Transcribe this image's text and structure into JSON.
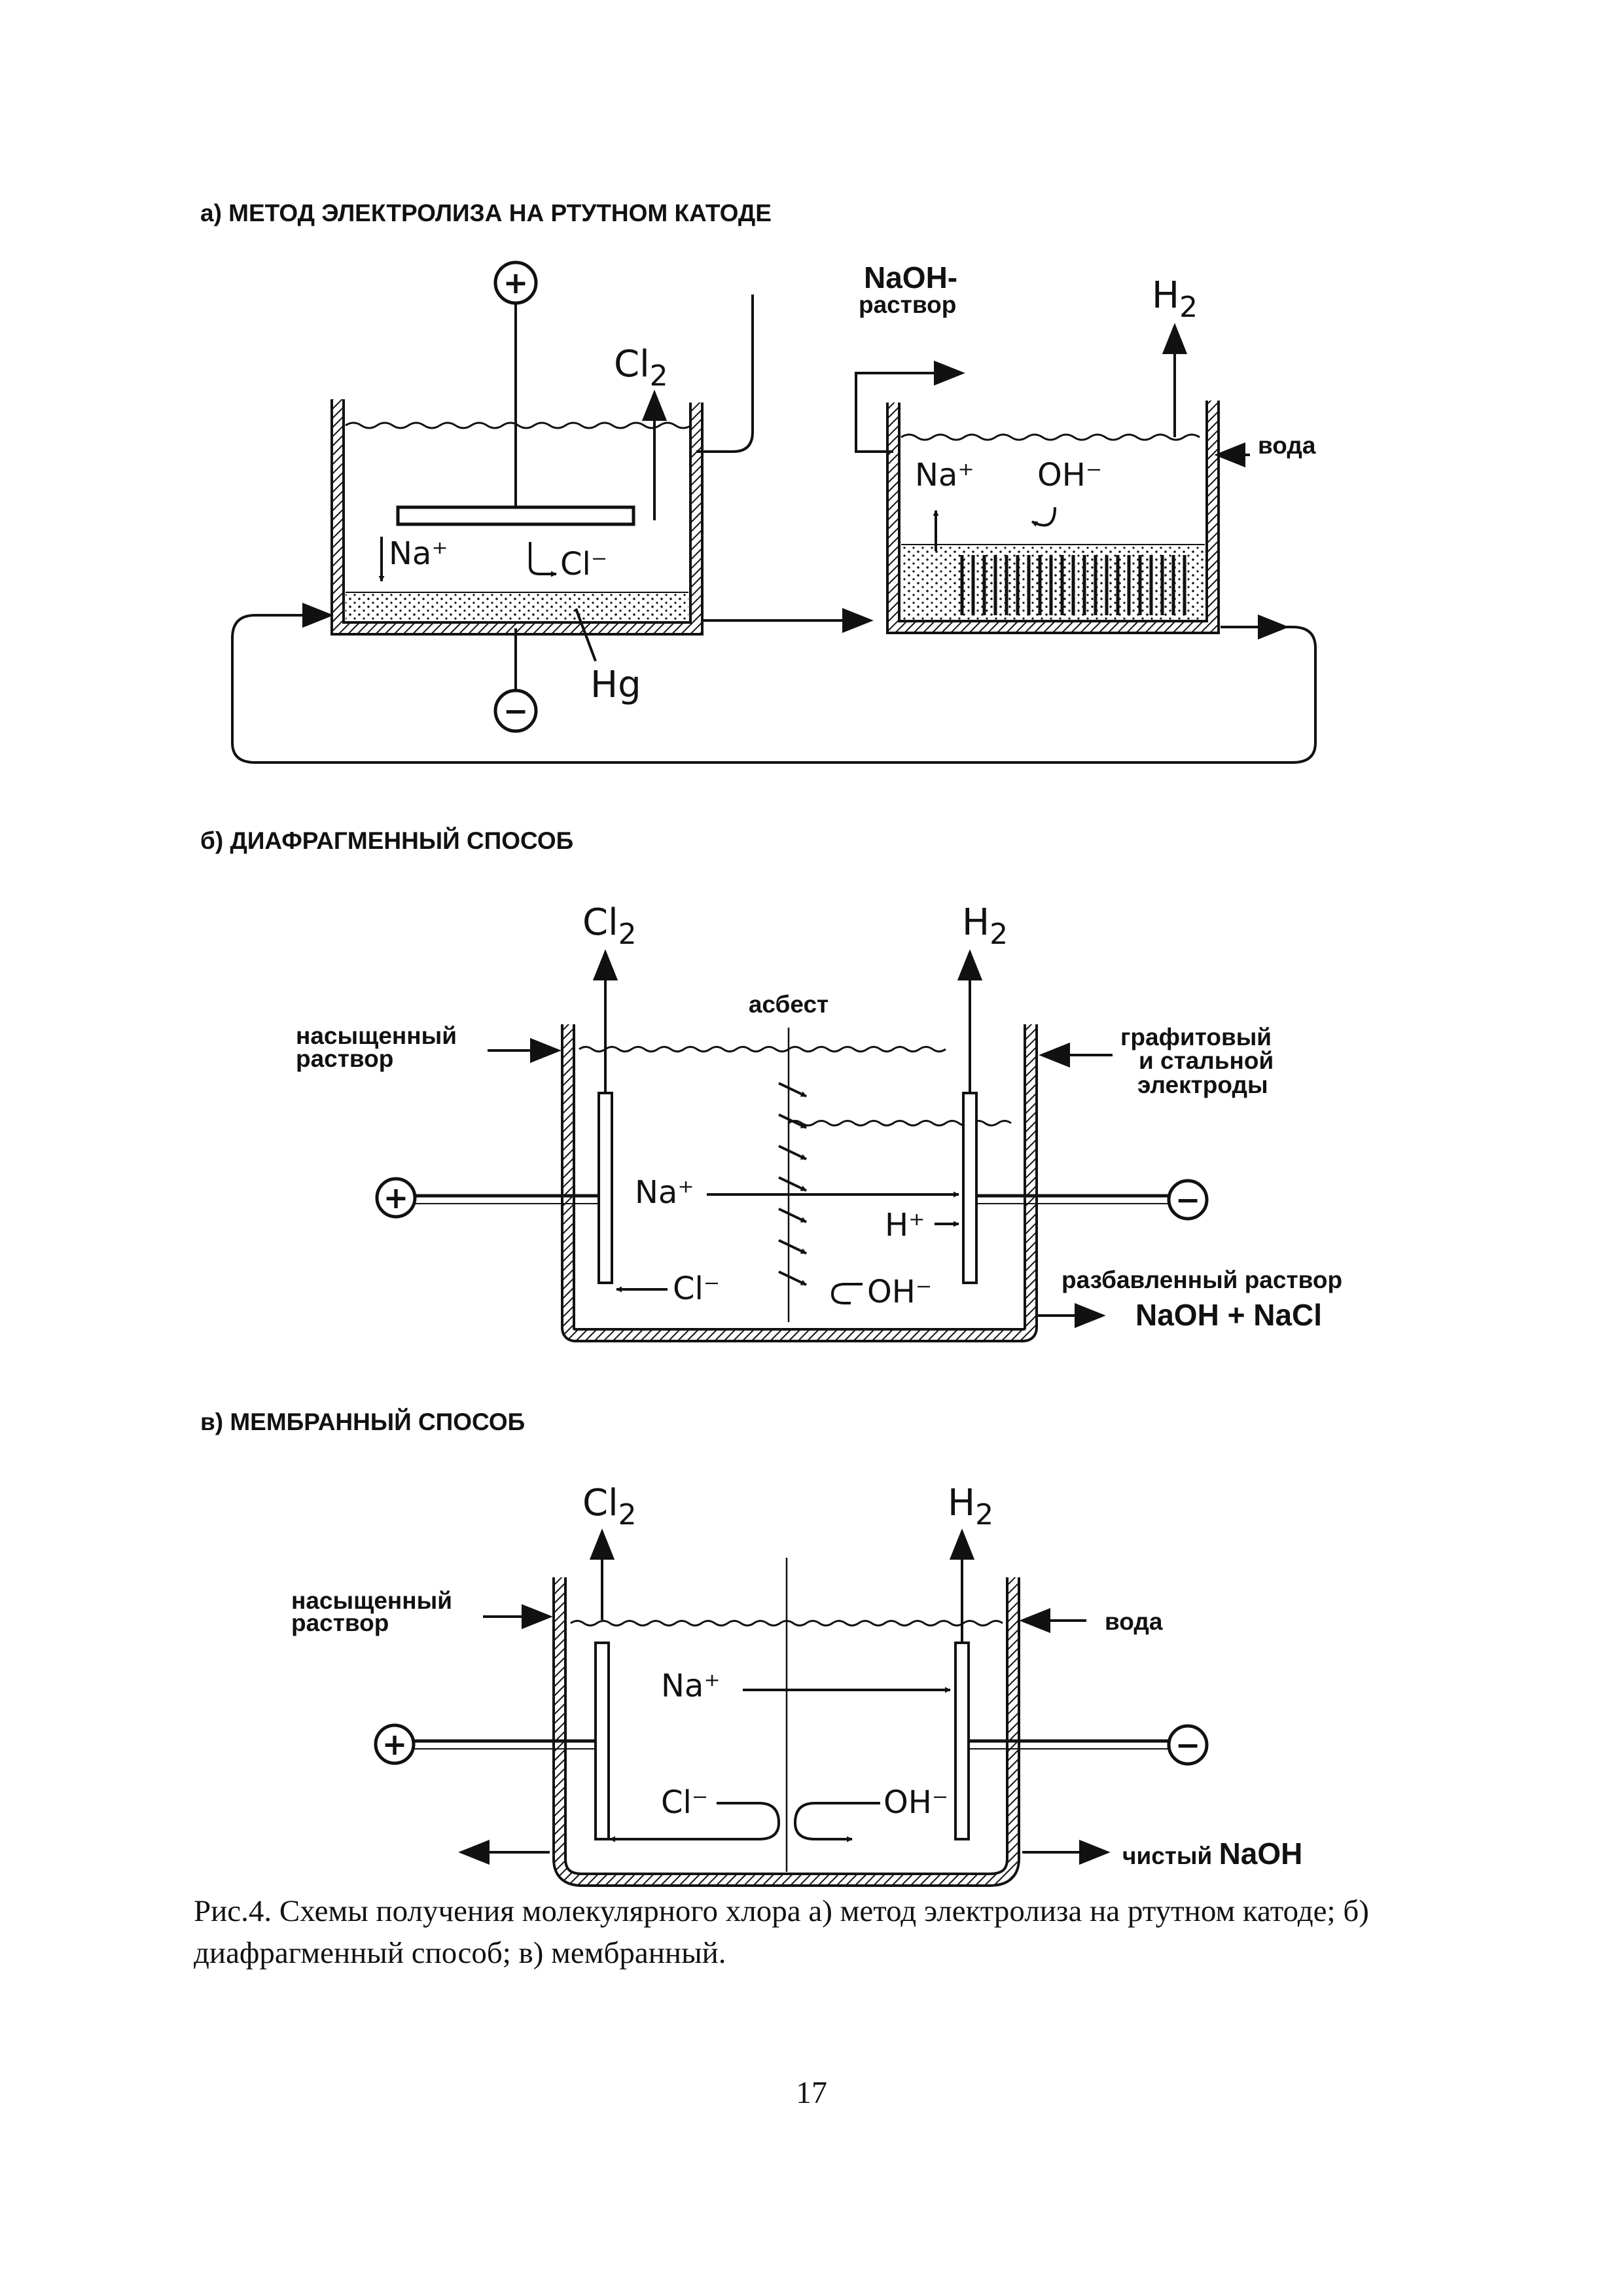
{
  "sections": {
    "a": {
      "title": "а) МЕТОД ЭЛЕКТРОЛИЗА НА РТУТНОМ КАТОДЕ",
      "plus": "+",
      "minus": "−",
      "cl2": "Cl",
      "cl2_sub": "2",
      "na": "Na⁺",
      "cl_minus": "Cl⁻",
      "hg": "Hg",
      "naoh": "NaOH-",
      "rastvor": "раствор",
      "h2": "H",
      "h2_sub": "2",
      "na2": "Na⁺",
      "oh": "OH⁻",
      "voda": "вода"
    },
    "b": {
      "title": "б) ДИАФРАГМЕННЫЙ СПОСОБ",
      "cl2": "Cl",
      "cl2_sub": "2",
      "h2": "H",
      "h2_sub": "2",
      "asbest": "асбест",
      "sat_1": "насыщенный",
      "sat_2": "раствор",
      "electrodes_1": "графитовый",
      "electrodes_2": "и стальной",
      "electrodes_3": "электроды",
      "plus": "+",
      "minus": "−",
      "na": "Na⁺",
      "h": "H⁺",
      "cl_minus": "Cl⁻",
      "oh": "OH⁻",
      "dilute": "разбавленный раствор",
      "dilute_formula": "NaOH + NaCl"
    },
    "c": {
      "title": "в) МЕМБРАННЫЙ СПОСОБ",
      "cl2": "Cl",
      "cl2_sub": "2",
      "h2": "H",
      "h2_sub": "2",
      "sat_1": "насыщенный",
      "sat_2": "раствор",
      "voda": "вода",
      "plus": "+",
      "minus": "−",
      "na": "Na⁺",
      "cl_minus": "Cl⁻",
      "oh": "OH⁻",
      "pure_prefix": "чистый ",
      "pure_formula": "NaOH"
    }
  },
  "caption": "Рис.4. Схемы получения молекулярного хлора а) метод  электролиза на ртутном катоде; б) диафрагменный способ; в) мембранный.",
  "page_number": "17"
}
